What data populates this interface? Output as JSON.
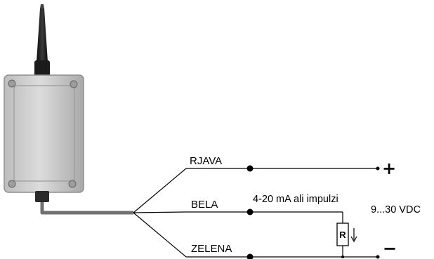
{
  "wires": [
    {
      "label": "RJAVA"
    },
    {
      "label": "BELA"
    },
    {
      "label": "ZELENA"
    }
  ],
  "signal_note": "4-20 mA ali impulzi",
  "supply_note": "9...30 VDC",
  "positive_terminal": "+",
  "negative_terminal": "−",
  "resistor_label": "R",
  "colors": {
    "wire": "#000000",
    "cable": "#707070",
    "housing": "#c8c8c8",
    "antenna": "#1e1e1e"
  }
}
